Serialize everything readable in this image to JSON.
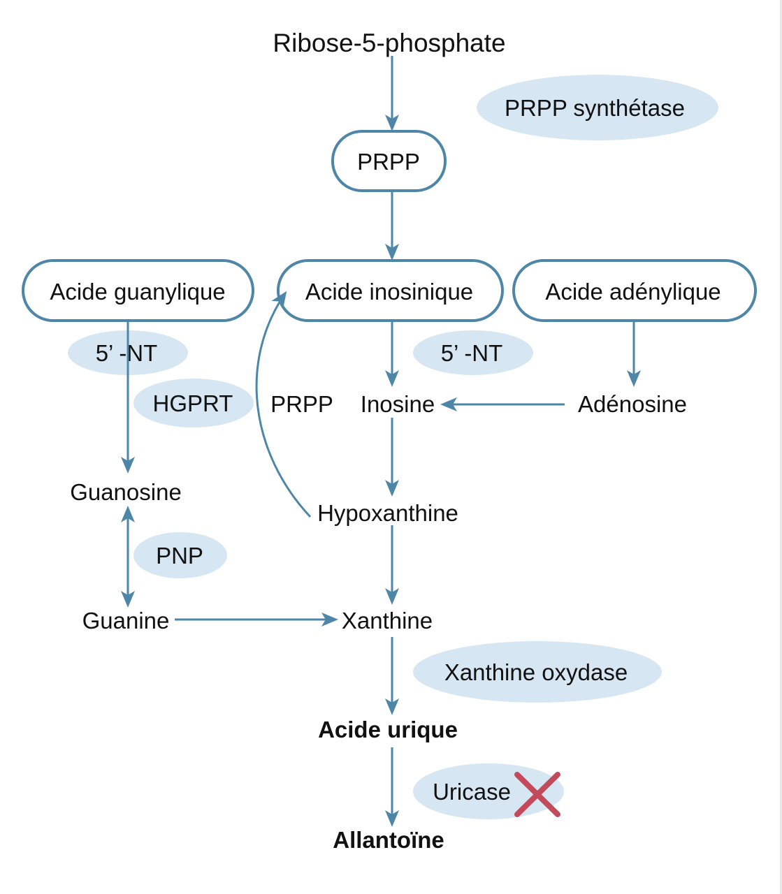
{
  "colors": {
    "arrow": "#4e86a8",
    "node_border": "#4e86a8",
    "enzyme_fill": "#d6e6f2",
    "text": "#111111",
    "cross": "#c24a5a"
  },
  "nodes": {
    "ribose": "Ribose-5-phosphate",
    "prpp": "PRPP",
    "guanylique": "Acide guanylique",
    "inosinique": "Acide inosinique",
    "adenylique": "Acide adénylique",
    "inosine": "Inosine",
    "adenosine": "Adénosine",
    "guanosine": "Guanosine",
    "hypoxanthine": "Hypoxanthine",
    "guanine": "Guanine",
    "xanthine": "Xanthine",
    "acide_urique": "Acide urique",
    "allantoine": "Allantoïne",
    "prpp_label": "PRPP"
  },
  "enzymes": {
    "prpp_synthetase": "PRPP synthétase",
    "nt_left": "5’ -NT",
    "nt_right": "5’ -NT",
    "hgprt": "HGPRT",
    "pnp": "PNP",
    "xanthine_oxydase": "Xanthine oxydase",
    "uricase": "Uricase"
  },
  "uricase_status": "blocked-cross-icon"
}
